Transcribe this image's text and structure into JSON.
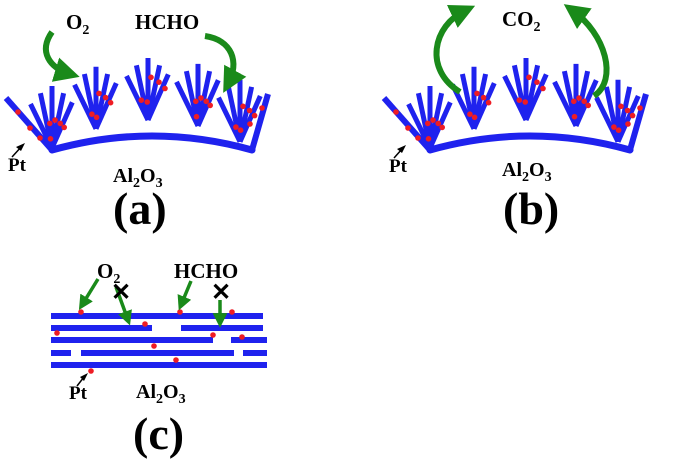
{
  "colors": {
    "support": "#1f22ee",
    "particle": "#ee1c24",
    "arrow": "#1a8a1a",
    "text": "#000000",
    "blocked": "#000000"
  },
  "panel_a": {
    "label": "(a)",
    "o2": {
      "base": "O",
      "sub": "2"
    },
    "hcho": "HCHO",
    "pt": "Pt",
    "support": {
      "p1": "Al",
      "s1": "2",
      "p2": "O",
      "s2": "3"
    }
  },
  "panel_b": {
    "label": "(b)",
    "co2": {
      "base": "CO",
      "sub": "2"
    },
    "pt": "Pt",
    "support": {
      "p1": "Al",
      "s1": "2",
      "p2": "O",
      "s2": "3"
    }
  },
  "panel_c": {
    "label": "(c)",
    "o2": {
      "base": "O",
      "sub": "2"
    },
    "hcho": "HCHO",
    "pt": "Pt",
    "support": {
      "p1": "Al",
      "s1": "2",
      "p2": "O",
      "s2": "3"
    },
    "blocked_mark": "✕"
  }
}
